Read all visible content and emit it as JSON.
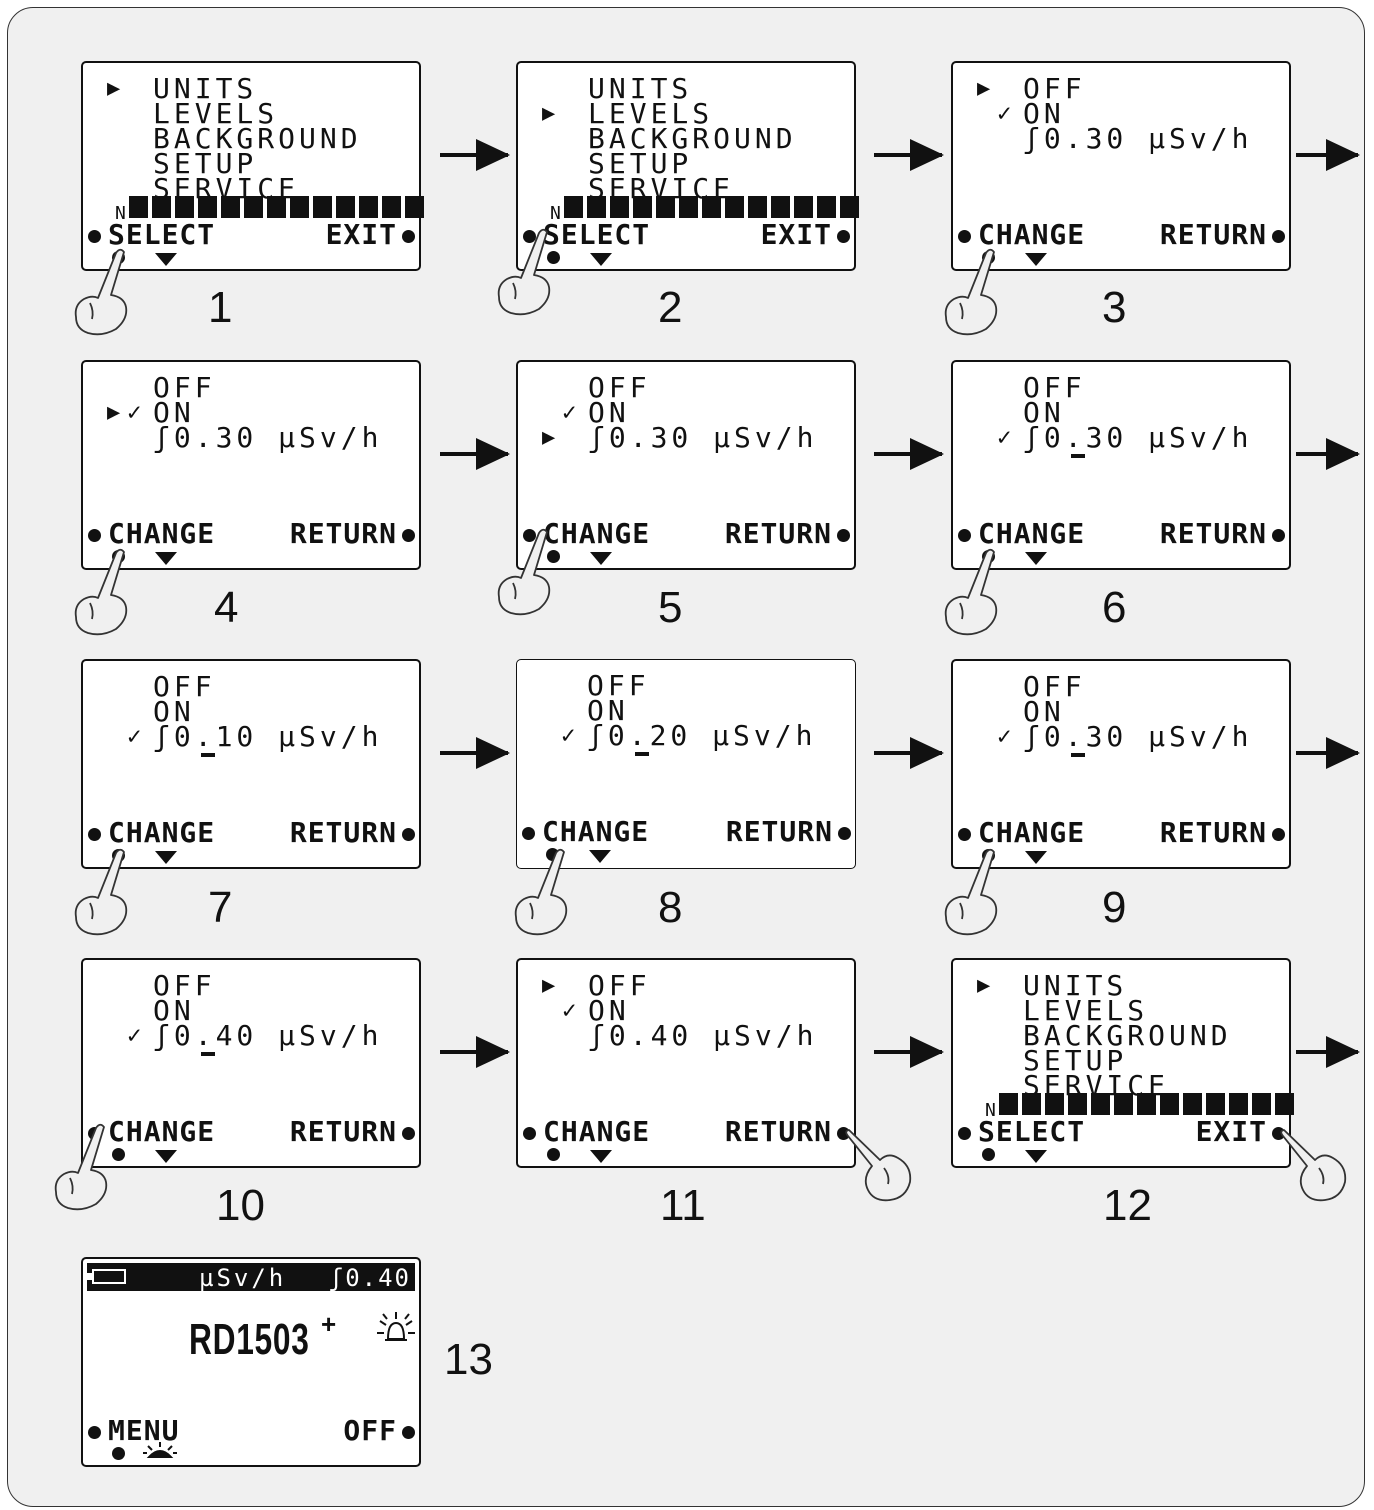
{
  "screens": {
    "s1": {
      "step": "1",
      "l1": "UNITS",
      "l2": "LEVELS",
      "l3": "BACKGROUND",
      "l4": "SETUP",
      "l5": "SERVICE",
      "n": "N",
      "left": "SELECT",
      "right": "EXIT"
    },
    "s2": {
      "step": "2",
      "l1": "UNITS",
      "l2": "LEVELS",
      "l3": "BACKGROUND",
      "l4": "SETUP",
      "l5": "SERVICE",
      "n": "N",
      "left": "SELECT",
      "right": "EXIT"
    },
    "s3": {
      "step": "3",
      "l1": "OFF",
      "l2": "ON",
      "l3": "ʃ0.30 µSv/h",
      "left": "CHANGE",
      "right": "RETURN"
    },
    "s4": {
      "step": "4",
      "l1": "OFF",
      "l2": "ON",
      "l3": "ʃ0.30 µSv/h",
      "left": "CHANGE",
      "right": "RETURN"
    },
    "s5": {
      "step": "5",
      "l1": "OFF",
      "l2": "ON",
      "l3": "ʃ0.30 µSv/h",
      "left": "CHANGE",
      "right": "RETURN"
    },
    "s6": {
      "step": "6",
      "l1": "OFF",
      "l2": "ON",
      "l3": "ʃ0.30 µSv/h",
      "left": "CHANGE",
      "right": "RETURN"
    },
    "s7": {
      "step": "7",
      "l1": "OFF",
      "l2": "ON",
      "l3": "ʃ0.10 µSv/h",
      "left": "CHANGE",
      "right": "RETURN"
    },
    "s8": {
      "step": "8",
      "l1": "OFF",
      "l2": "ON",
      "l3": "ʃ0.20 µSv/h",
      "left": "CHANGE",
      "right": "RETURN"
    },
    "s9": {
      "step": "9",
      "l1": "OFF",
      "l2": "ON",
      "l3": "ʃ0.30 µSv/h",
      "left": "CHANGE",
      "right": "RETURN"
    },
    "s10": {
      "step": "10",
      "l1": "OFF",
      "l2": "ON",
      "l3": "ʃ0.40 µSv/h",
      "left": "CHANGE",
      "right": "RETURN"
    },
    "s11": {
      "step": "11",
      "l1": "OFF",
      "l2": "ON",
      "l3": "ʃ0.40 µSv/h",
      "left": "CHANGE",
      "right": "RETURN"
    },
    "s12": {
      "step": "12",
      "l1": "UNITS",
      "l2": "LEVELS",
      "l3": "BACKGROUND",
      "l4": "SETUP",
      "l5": "SERVICE",
      "n": "N",
      "left": "SELECT",
      "right": "EXIT"
    },
    "s13": {
      "step": "13",
      "unit": "µSv/h",
      "level": "ʃ0.40",
      "model": "RD1503",
      "plus": "+",
      "left": "MENU",
      "right": "OFF"
    }
  },
  "icons": {
    "cursor": "cursor-triangle-icon",
    "check": "checkmark-icon",
    "hand": "pointing-hand-icon",
    "battery": "battery-icon",
    "alarm": "alarm-bell-icon",
    "backlight": "backlight-icon",
    "arrow": "right-arrow-icon"
  },
  "colors": {
    "panel": "#f0f0f0",
    "ink": "#111111",
    "screen": "#ffffff"
  }
}
